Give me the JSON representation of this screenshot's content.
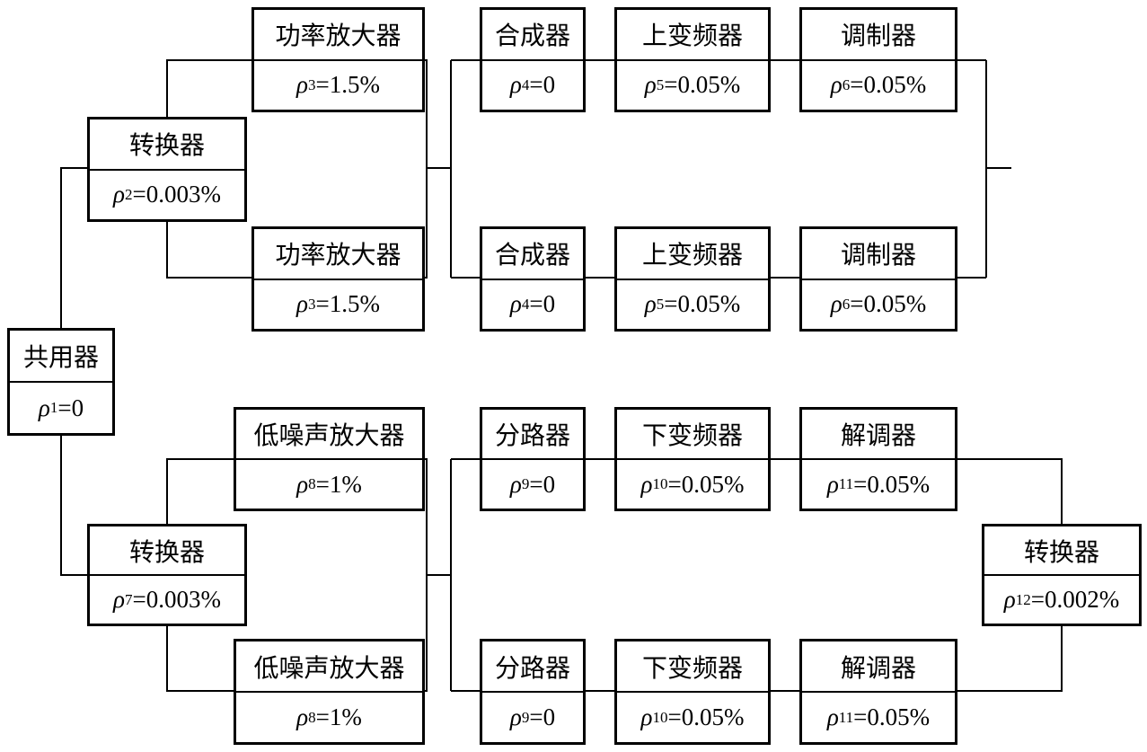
{
  "blocks": [
    {
      "id": "duplexer",
      "name": "共用器",
      "sub": "1",
      "value": "0"
    },
    {
      "id": "switch-tx",
      "name": "转换器",
      "sub": "2",
      "value": "0.003%"
    },
    {
      "id": "pa-1",
      "name": "功率放大器",
      "sub": "3",
      "value": "1.5%"
    },
    {
      "id": "pa-2",
      "name": "功率放大器",
      "sub": "3",
      "value": "1.5%"
    },
    {
      "id": "synth-1",
      "name": "合成器",
      "sub": "4",
      "value": "0"
    },
    {
      "id": "upconv-1",
      "name": "上变频器",
      "sub": "5",
      "value": "0.05%"
    },
    {
      "id": "mod-1",
      "name": "调制器",
      "sub": "6",
      "value": "0.05%"
    },
    {
      "id": "synth-2",
      "name": "合成器",
      "sub": "4",
      "value": "0"
    },
    {
      "id": "upconv-2",
      "name": "上变频器",
      "sub": "5",
      "value": "0.05%"
    },
    {
      "id": "mod-2",
      "name": "调制器",
      "sub": "6",
      "value": "0.05%"
    },
    {
      "id": "switch-rx",
      "name": "转换器",
      "sub": "7",
      "value": "0.003%"
    },
    {
      "id": "lna-1",
      "name": "低噪声放大器",
      "sub": "8",
      "value": "1%"
    },
    {
      "id": "lna-2",
      "name": "低噪声放大器",
      "sub": "8",
      "value": "1%"
    },
    {
      "id": "splitter-1",
      "name": "分路器",
      "sub": "9",
      "value": "0"
    },
    {
      "id": "downconv-1",
      "name": "下变频器",
      "sub": "10",
      "value": "0.05%"
    },
    {
      "id": "demod-1",
      "name": "解调器",
      "sub": "11",
      "value": "0.05%"
    },
    {
      "id": "splitter-2",
      "name": "分路器",
      "sub": "9",
      "value": "0"
    },
    {
      "id": "downconv-2",
      "name": "下变频器",
      "sub": "10",
      "value": "0.05%"
    },
    {
      "id": "demod-2",
      "name": "解调器",
      "sub": "11",
      "value": "0.05%"
    },
    {
      "id": "switch-out",
      "name": "转换器",
      "sub": "12",
      "value": "0.002%"
    }
  ],
  "symbol": "ρ"
}
